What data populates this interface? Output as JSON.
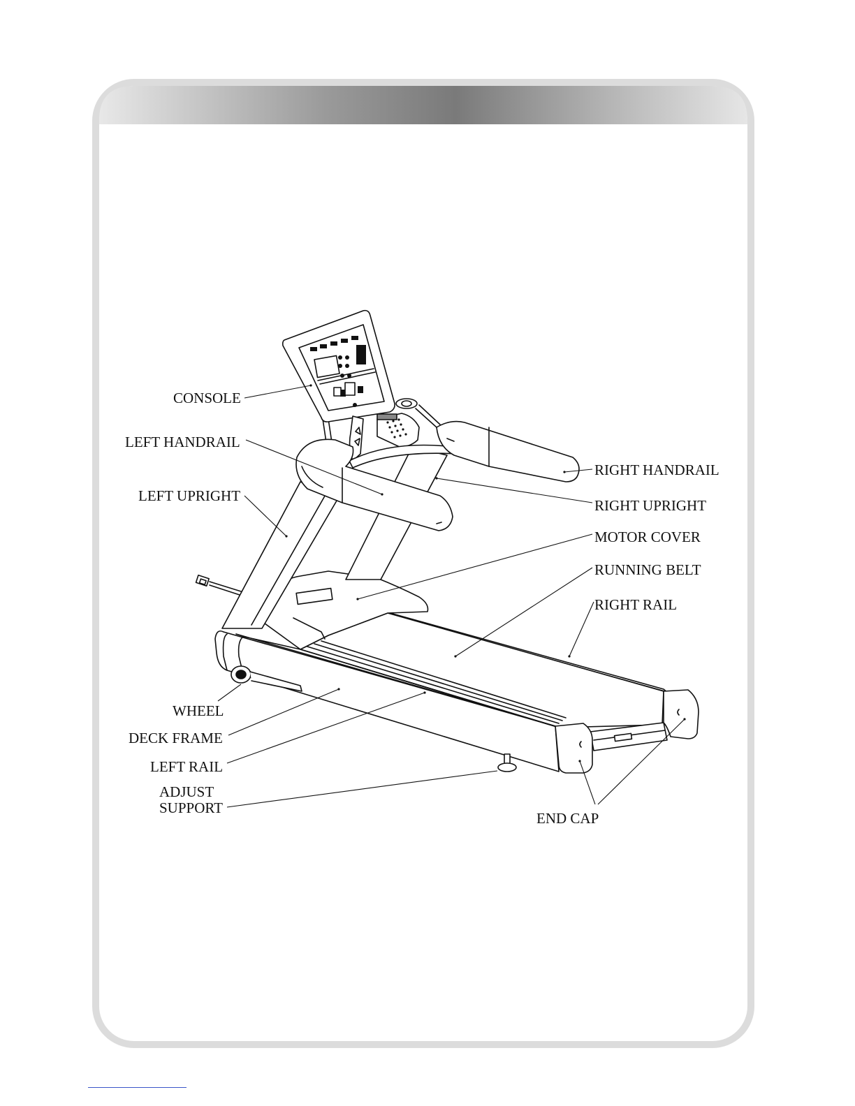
{
  "diagram": {
    "labels": {
      "console": "CONSOLE",
      "left_handrail": "LEFT HANDRAIL",
      "left_upright": "LEFT UPRIGHT",
      "wheel": "WHEEL",
      "deck_frame": "DECK FRAME",
      "left_rail": "LEFT RAIL",
      "adjust_line1": "ADJUST",
      "adjust_line2": "SUPPORT",
      "right_handrail": "RIGHT HANDRAIL",
      "right_upright": "RIGHT UPRIGHT",
      "motor_cover": "MOTOR COVER",
      "running_belt": "RUNNING BELT",
      "right_rail": "RIGHT RAIL",
      "end_cap": "END CAP"
    }
  },
  "colors": {
    "header_gradient_dark": "#7a7a7a",
    "header_gradient_light": "#e6e6e6",
    "frame_border": "#dcdcdc",
    "footer_rule": "#3a55c8"
  }
}
